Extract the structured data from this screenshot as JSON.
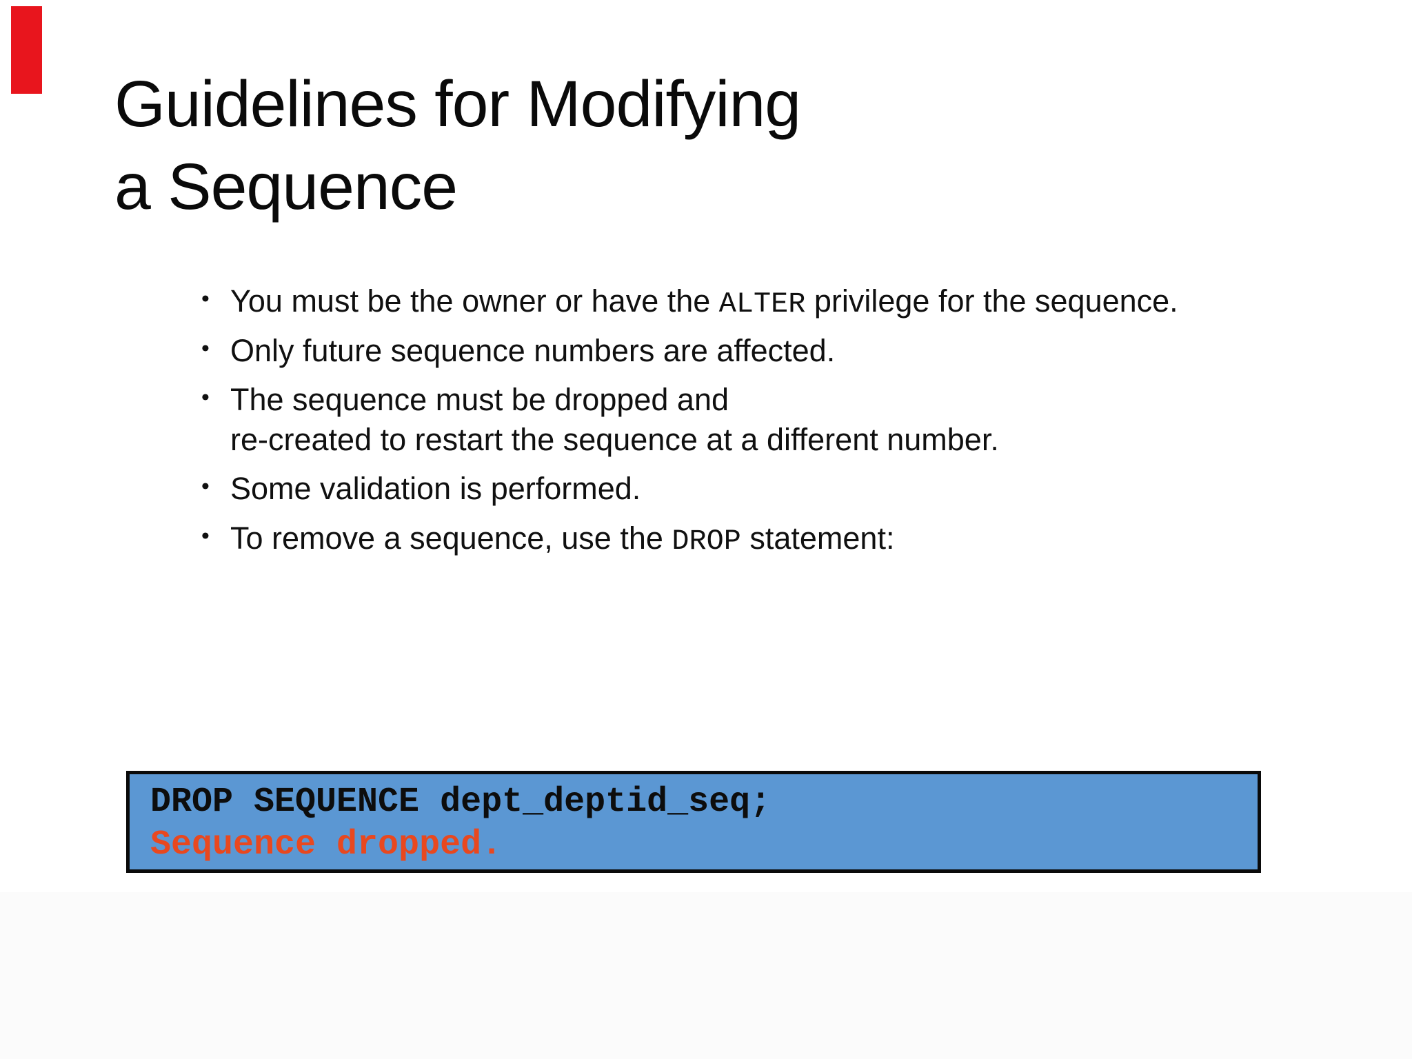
{
  "slide": {
    "title": "Guidelines for Modifying\na Sequence",
    "bullet_glyph": "•",
    "bullets": [
      {
        "pre": "You must be the owner or have the ",
        "code": "ALTER",
        "post": " privilege for the sequence."
      },
      {
        "pre": "Only future sequence numbers are affected.",
        "code": "",
        "post": ""
      },
      {
        "pre": "The sequence must be dropped and\nre-created to restart the sequence at a different number.",
        "code": "",
        "post": ""
      },
      {
        "pre": "Some validation is performed.",
        "code": "",
        "post": ""
      },
      {
        "pre": "To remove a sequence, use the ",
        "code": "DROP",
        "post": " statement:"
      }
    ],
    "code_box": {
      "statement": "DROP SEQUENCE dept_deptid_seq;",
      "result": "Sequence dropped.",
      "background": "#5b97d3",
      "border_color": "#0a0a0a",
      "statement_color": "#0d0d0d",
      "result_color": "#e8481f"
    },
    "colors": {
      "corner_marker": "#e8151d",
      "text": "#0a0a0a",
      "page_background": "#ffffff"
    }
  }
}
